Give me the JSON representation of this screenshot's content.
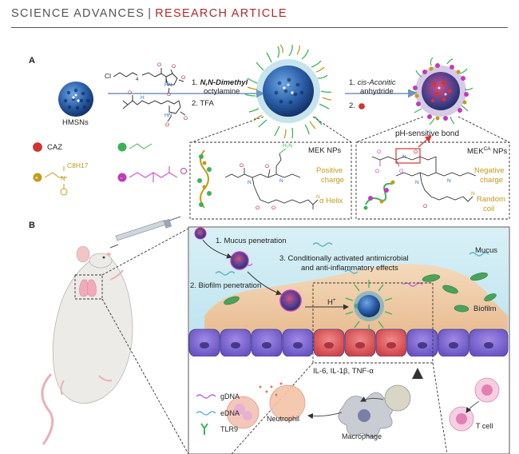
{
  "header": {
    "journal": "SCIENCE ADVANCES",
    "separator": "|",
    "type": "RESEARCH ARTICLE"
  },
  "panelA": {
    "label": "A",
    "hmsns": "HMSNs",
    "cl": "Cl",
    "sub4": "4",
    "step1a_num": "1.",
    "step1a": "N,N-Dimethyl",
    "step1a2": "octylamine",
    "step1b": "2. TFA",
    "step2a_num": "1.",
    "step2a": "cis-Aconitic",
    "step2a2": "anhydride",
    "step2b": "2.",
    "mek_title": "MEK NPs",
    "mek_charge1": "Positive",
    "mek_charge2": "charge",
    "mek_struct": "α Helix",
    "mekca_title": "MEK",
    "mekca_sup": "CA",
    "mekca_title2": " NPs",
    "mekca_charge1": "Negative",
    "mekca_charge2": "charge",
    "mekca_struct1": "Random",
    "mekca_struct2": "coil",
    "ph_bond": "pH-sensitive bond",
    "legend": {
      "caz": "CAZ",
      "c8h17": "C8H17",
      "c8sub": "8",
      "c8sub2": "17"
    }
  },
  "panelB": {
    "label": "B",
    "step1": "1. Mucus penetration",
    "step2": "2. Biofilm penetration",
    "step3a": "3. Conditionally activated antimicrobial",
    "step3b": "and anti-inflammatory effects",
    "mucus": "Mucus",
    "biofilm": "Biofilm",
    "hplus": "H",
    "hplus_sup": "+",
    "cytokines": "IL-6, IL-1β, TNF-α",
    "legend": {
      "gdna": "gDNA",
      "edna": "eDNA",
      "tlr9": "TLR9"
    },
    "neutrophil": "Neutrophil",
    "macrophage": "Macrophage",
    "tcell": "T cell"
  },
  "colors": {
    "accent": "#b22a2a",
    "gold": "#c59a1a",
    "green": "#3bb35a",
    "magenta": "#c23bb6",
    "blue": "#2f6fb2"
  }
}
